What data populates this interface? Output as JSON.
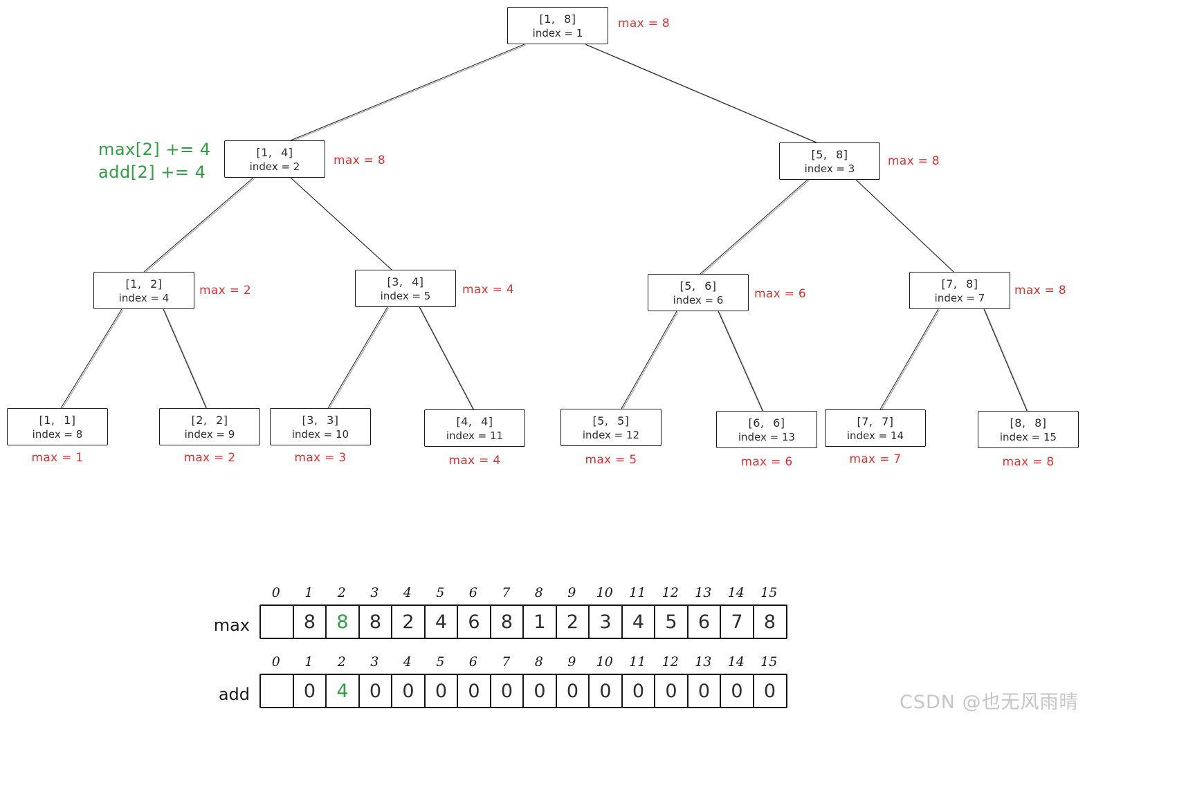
{
  "annotation": {
    "line1": "max[2] += 4",
    "line2": "add[2] += 4"
  },
  "tree": {
    "nodes": [
      {
        "range": "[1, 8]",
        "index_label": "index = 1",
        "max_label": "max = 8"
      },
      {
        "range": "[1, 4]",
        "index_label": "index = 2",
        "max_label": "max = 8"
      },
      {
        "range": "[5, 8]",
        "index_label": "index = 3",
        "max_label": "max = 8"
      },
      {
        "range": "[1, 2]",
        "index_label": "index = 4",
        "max_label": "max = 2"
      },
      {
        "range": "[3, 4]",
        "index_label": "index = 5",
        "max_label": "max = 4"
      },
      {
        "range": "[5, 6]",
        "index_label": "index = 6",
        "max_label": "max = 6"
      },
      {
        "range": "[7, 8]",
        "index_label": "index = 7",
        "max_label": "max = 8"
      },
      {
        "range": "[1, 1]",
        "index_label": "index = 8",
        "max_label": "max = 1"
      },
      {
        "range": "[2, 2]",
        "index_label": "index = 9",
        "max_label": "max = 2"
      },
      {
        "range": "[3, 3]",
        "index_label": "index = 10",
        "max_label": "max = 3"
      },
      {
        "range": "[4, 4]",
        "index_label": "index = 11",
        "max_label": "max = 4"
      },
      {
        "range": "[5, 5]",
        "index_label": "index = 12",
        "max_label": "max = 5"
      },
      {
        "range": "[6, 6]",
        "index_label": "index = 13",
        "max_label": "max = 6"
      },
      {
        "range": "[7, 7]",
        "index_label": "index = 14",
        "max_label": "max = 7"
      },
      {
        "range": "[8, 8]",
        "index_label": "index = 15",
        "max_label": "max = 8"
      }
    ]
  },
  "arrays": {
    "max": {
      "label": "max",
      "indices": [
        "0",
        "1",
        "2",
        "3",
        "4",
        "5",
        "6",
        "7",
        "8",
        "9",
        "10",
        "11",
        "12",
        "13",
        "14",
        "15"
      ],
      "values": [
        "",
        "8",
        "8",
        "8",
        "2",
        "4",
        "6",
        "8",
        "1",
        "2",
        "3",
        "4",
        "5",
        "6",
        "7",
        "8"
      ],
      "highlight_index": 2
    },
    "add": {
      "label": "add",
      "indices": [
        "0",
        "1",
        "2",
        "3",
        "4",
        "5",
        "6",
        "7",
        "8",
        "9",
        "10",
        "11",
        "12",
        "13",
        "14",
        "15"
      ],
      "values": [
        "",
        "0",
        "4",
        "0",
        "0",
        "0",
        "0",
        "0",
        "0",
        "0",
        "0",
        "0",
        "0",
        "0",
        "0",
        "0"
      ],
      "highlight_index": 2
    }
  },
  "watermark": "CSDN @也无风雨晴",
  "colors": {
    "accent_red": "#e03131",
    "accent_green": "#2f9e44"
  }
}
